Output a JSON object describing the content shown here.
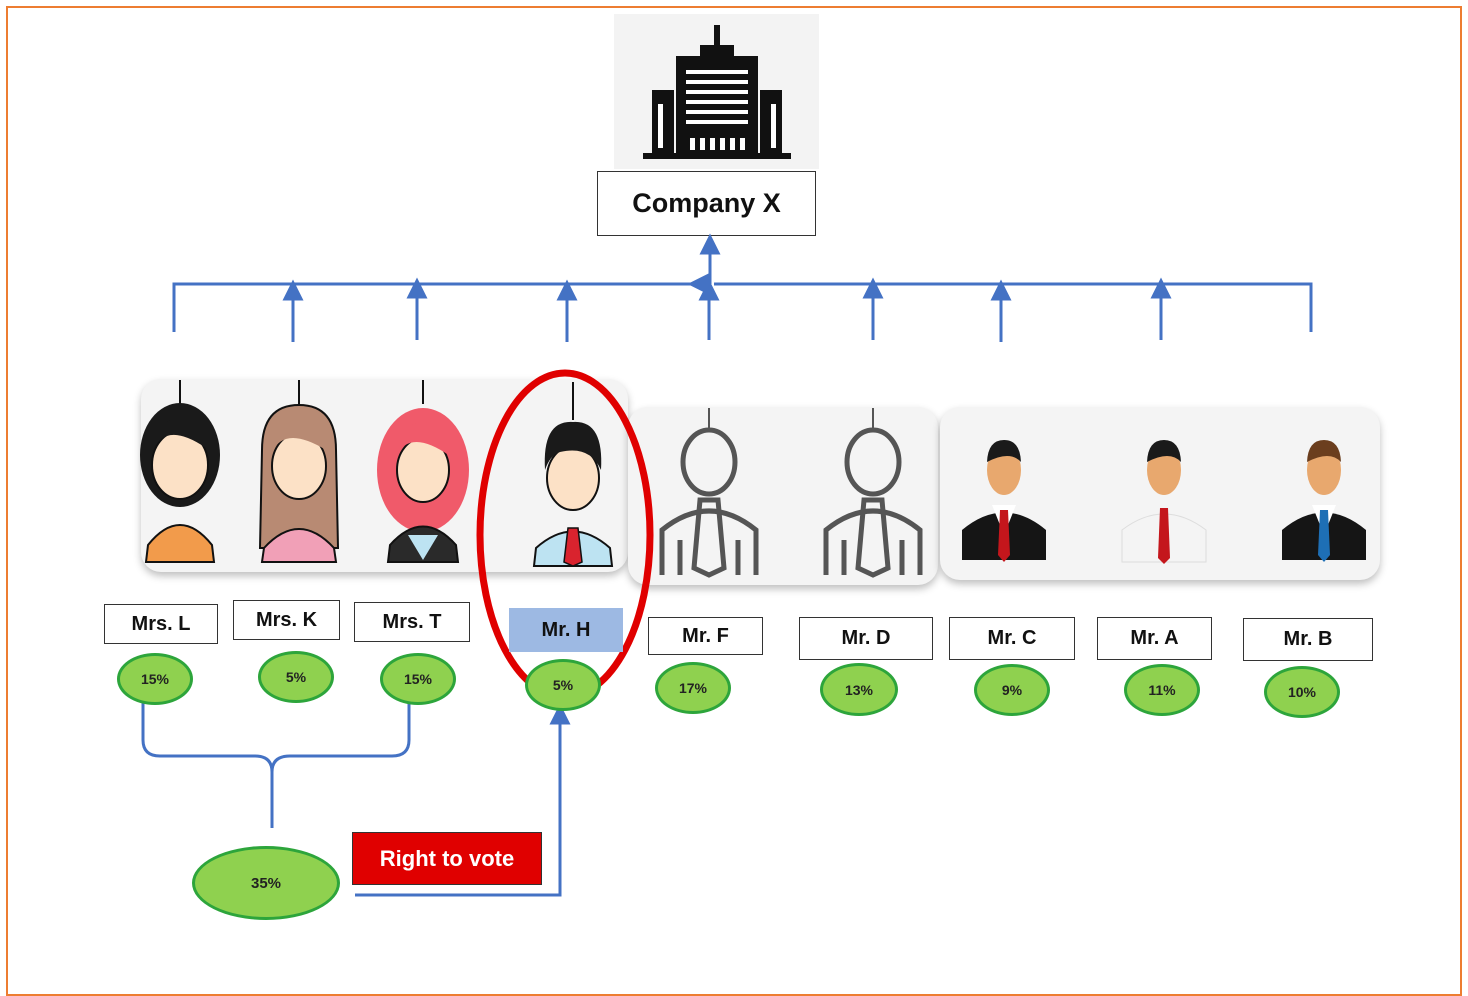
{
  "company": {
    "name": "Company X",
    "icon": "office-building-icon"
  },
  "shareholders": [
    {
      "name": "Mrs. L",
      "share": "15%",
      "icon": "woman-dark-hair-icon"
    },
    {
      "name": "Mrs. K",
      "share": "5%",
      "icon": "woman-brown-hair-icon"
    },
    {
      "name": "Mrs. T",
      "share": "15%",
      "icon": "woman-red-hair-icon"
    },
    {
      "name": "Mr. H",
      "share": "5%",
      "icon": "man-tie-icon",
      "highlighted": true
    },
    {
      "name": "Mr. F",
      "share": "17%",
      "icon": "man-outline-icon"
    },
    {
      "name": "Mr. D",
      "share": "13%",
      "icon": "man-outline-icon"
    },
    {
      "name": "Mr. C",
      "share": "9%",
      "icon": "businessman-icon"
    },
    {
      "name": "Mr. A",
      "share": "11%",
      "icon": "businessman-white-shirt-icon"
    },
    {
      "name": "Mr. B",
      "share": "10%",
      "icon": "businessman-blue-tie-icon"
    }
  ],
  "combined": {
    "share": "35%"
  },
  "vote_label": "Right to vote",
  "colors": {
    "frame": "#ED7D31",
    "connector": "#4472C4",
    "share_fill": "#8FD14F",
    "share_border": "#2DA53B",
    "highlight_ring": "#E00000",
    "vote_fill": "#E00000",
    "highlight_label": "#9DB9E3"
  }
}
